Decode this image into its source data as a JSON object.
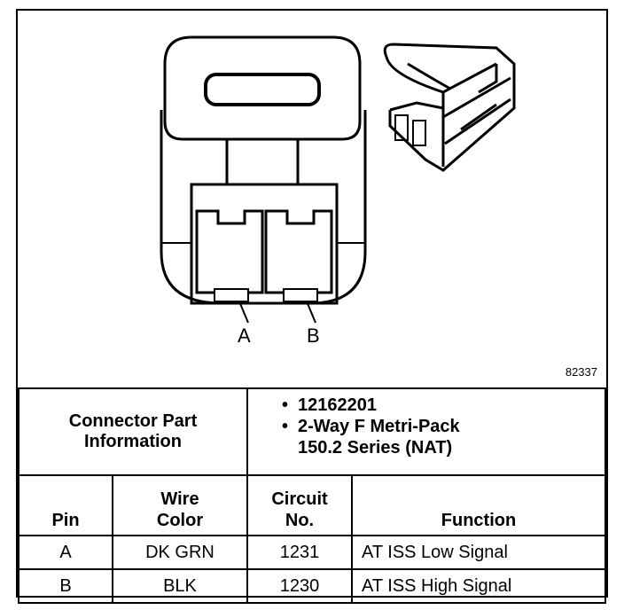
{
  "figure_id": "82337",
  "pin_labels": {
    "a": "A",
    "b": "B"
  },
  "connector_info": {
    "label": "Connector Part Information",
    "items": [
      {
        "bullet": "•",
        "lines": [
          "12162201"
        ]
      },
      {
        "bullet": "•",
        "lines": [
          "2-Way F Metri-Pack",
          "150.2 Series (NAT)"
        ]
      }
    ]
  },
  "table": {
    "headers": {
      "pin": "Pin",
      "wire_color_1": "Wire",
      "wire_color_2": "Color",
      "circuit_1": "Circuit",
      "circuit_2": "No.",
      "function": "Function"
    },
    "rows": [
      {
        "pin": "A",
        "wire_color": "DK GRN",
        "circuit": "1231",
        "function": "AT ISS Low Signal"
      },
      {
        "pin": "B",
        "wire_color": "BLK",
        "circuit": "1230",
        "function": "AT ISS High Signal"
      }
    ]
  }
}
